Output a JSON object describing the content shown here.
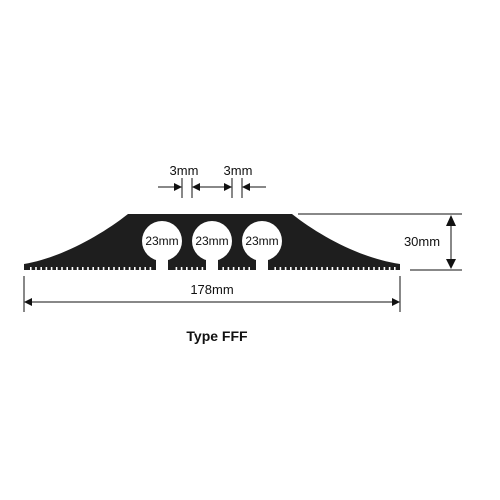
{
  "diagram": {
    "title": "Type FFF",
    "gap_labels": [
      "3mm",
      "3mm"
    ],
    "channel_labels": [
      "23mm",
      "23mm",
      "23mm"
    ],
    "height_label": "30mm",
    "width_label": "178mm"
  },
  "colors": {
    "profile": "#1e1e1e",
    "line": "#111111",
    "background": "#ffffff"
  }
}
